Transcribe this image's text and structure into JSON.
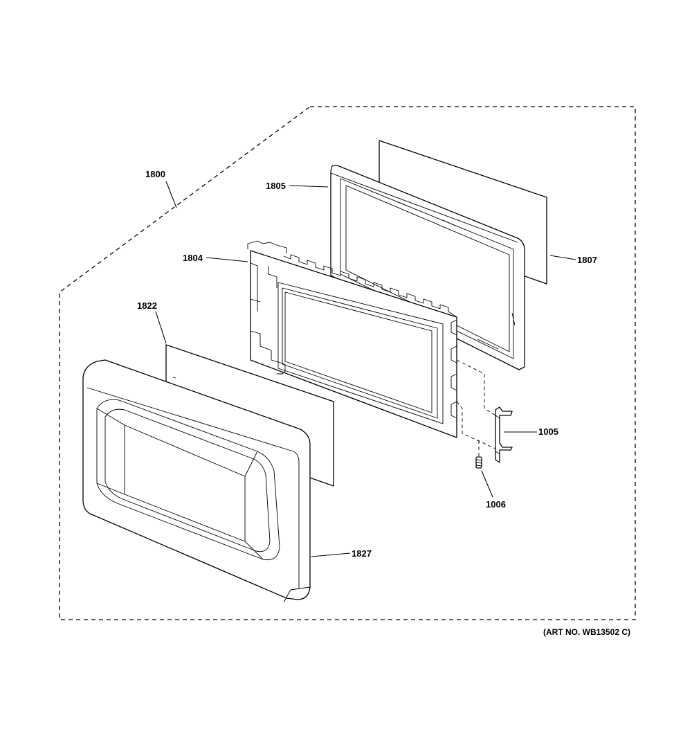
{
  "diagram": {
    "labels": {
      "assembly": "1800",
      "frame": "1805",
      "glass_rear": "1807",
      "inner_panel": "1804",
      "glass_front": "1822",
      "latch": "1005",
      "spring": "1006",
      "door_frame": "1827"
    },
    "art_number": "(ART NO. WB13502 C)"
  }
}
